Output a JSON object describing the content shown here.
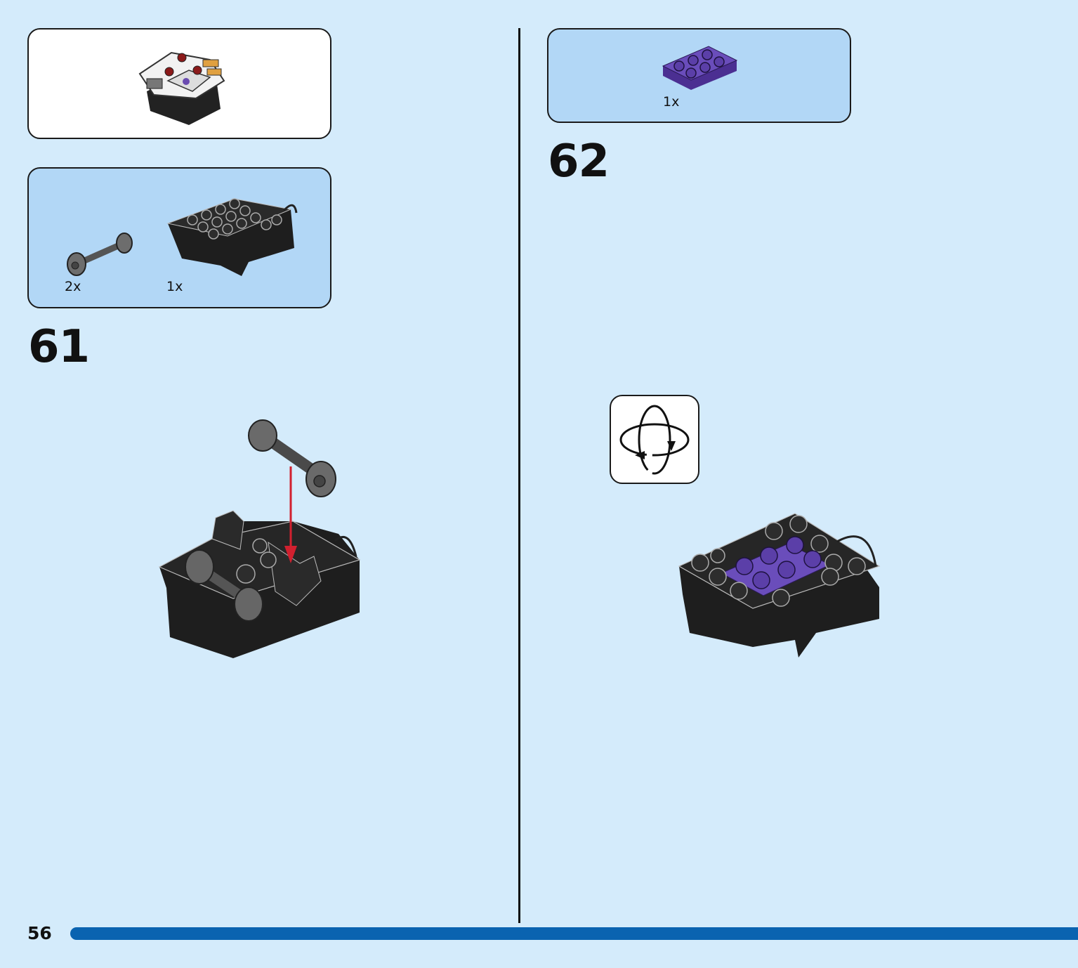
{
  "step61": {
    "number": "61",
    "parts": [
      {
        "name": "axle with wheels",
        "qty": "2x"
      },
      {
        "name": "black chassis",
        "qty": "1x"
      }
    ]
  },
  "step62": {
    "number": "62",
    "parts": [
      {
        "name": "purple plate 2x3",
        "qty": "1x"
      }
    ]
  },
  "page": {
    "number": "56"
  },
  "colors": {
    "background": "#d4ebfb",
    "parts_box": "#b2d7f6",
    "progress_bar": "#0a63b0",
    "purple": "#5b3fa8",
    "arrow": "#d1202f"
  },
  "icons": [
    "submodel-preview",
    "rotate-model-icon",
    "direction-arrow"
  ]
}
